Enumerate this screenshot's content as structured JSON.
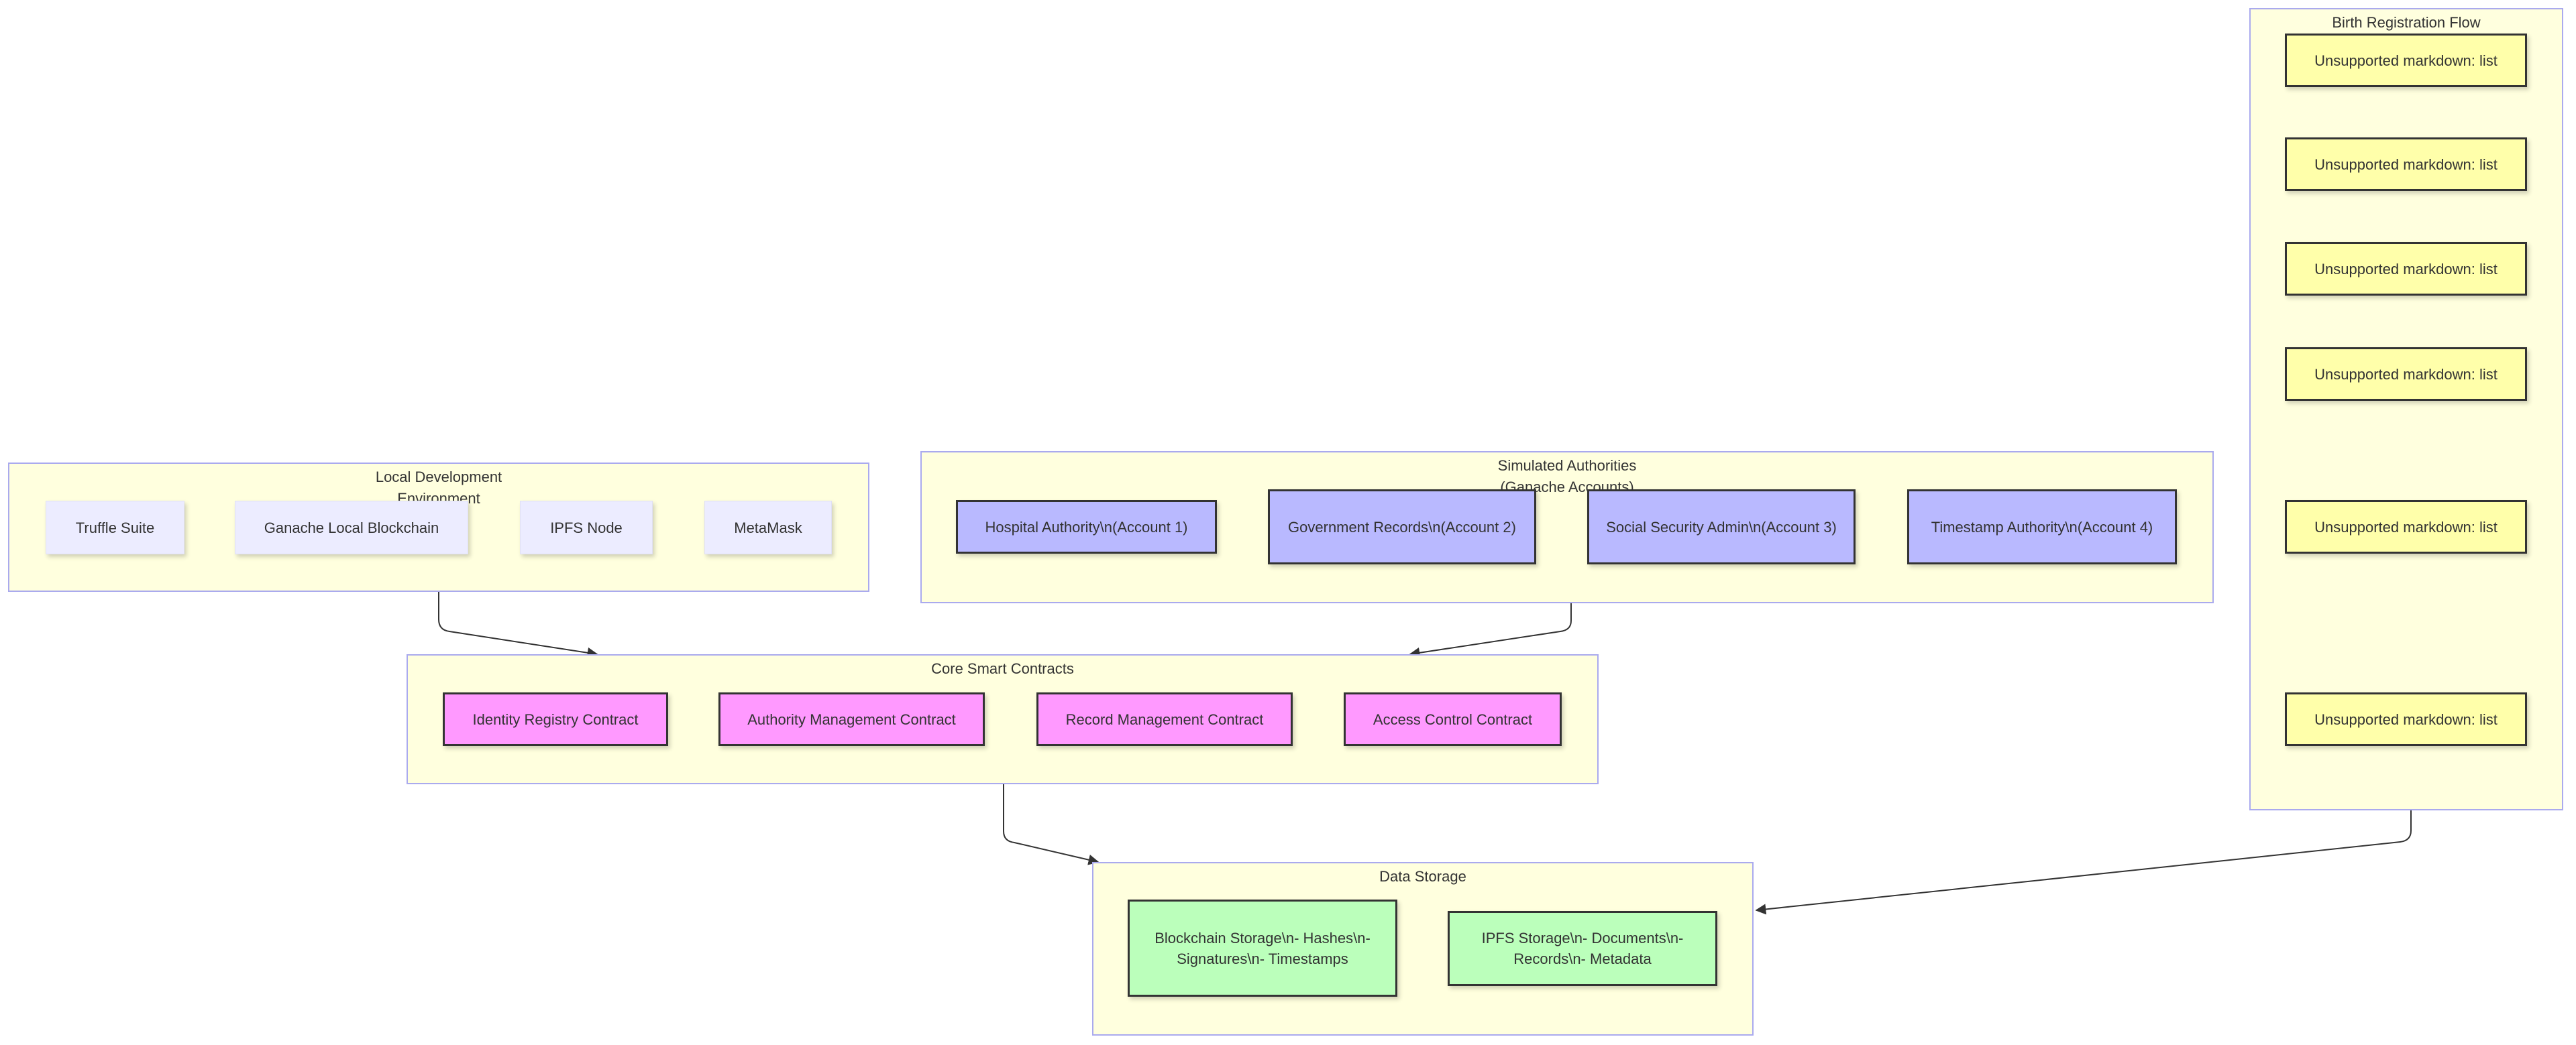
{
  "clusters": {
    "local_dev": {
      "title": "Local Development\nEnvironment"
    },
    "authorities": {
      "title": "Simulated Authorities\n(Ganache Accounts)"
    },
    "contracts": {
      "title": "Core Smart Contracts"
    },
    "storage": {
      "title": "Data Storage"
    },
    "flow": {
      "title": "Birth Registration Flow"
    }
  },
  "nodes": {
    "truffle": "Truffle Suite",
    "ganache": "Ganache Local Blockchain",
    "ipfs_node": "IPFS Node",
    "metamask": "MetaMask",
    "hospital": "Hospital Authority\\n(Account 1)",
    "government": "Government Records\\n(Account 2)",
    "social_security": "Social Security Admin\\n(Account 3)",
    "timestamp": "Timestamp Authority\\n(Account 4)",
    "identity_registry": "Identity Registry Contract",
    "authority_mgmt": "Authority Management Contract",
    "record_mgmt": "Record Management Contract",
    "access_control": "Access Control Contract",
    "blockchain_storage": "Blockchain Storage\\n- Hashes\\n- Signatures\\n- Timestamps",
    "ipfs_storage": "IPFS Storage\\n- Documents\\n- Records\\n- Metadata",
    "flow_steps": [
      "Unsupported markdown: list",
      "Unsupported markdown: list",
      "Unsupported markdown: list",
      "Unsupported markdown: list",
      "Unsupported markdown: list",
      "Unsupported markdown: list"
    ]
  },
  "colors": {
    "cluster_fill": "#ffffde",
    "cluster_border": "#aaaaee",
    "tool_fill": "#ececff",
    "authority_fill": "#b9b9ff",
    "contract_fill": "#ff99ff",
    "storage_fill": "#bbffbb",
    "flow_fill": "#ffffaa",
    "edge": "#333333"
  }
}
